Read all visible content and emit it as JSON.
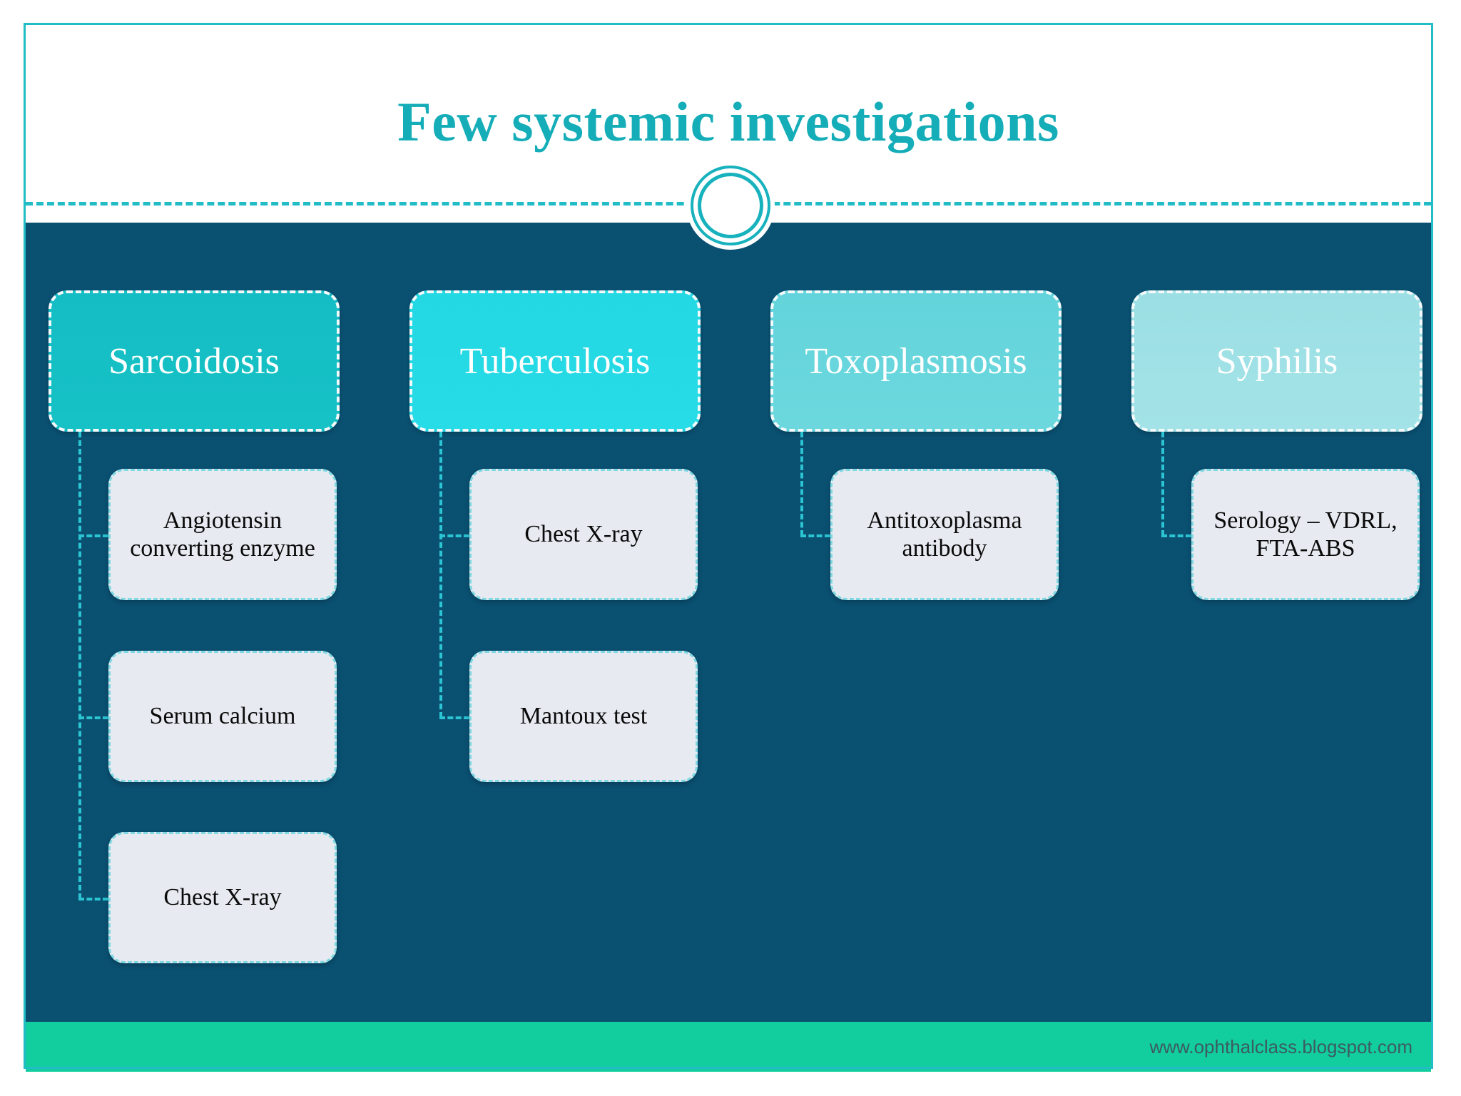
{
  "slide": {
    "title": "Few systemic investigations",
    "footer_url": "www.ophthalclass.blogspot.com",
    "colors": {
      "title_text": "#14ADB8",
      "frame": "#21BCC6",
      "panel_background": "#0A5071",
      "footer_background": "#12CE9E",
      "footer_text": "#3C5A63",
      "leaf_background": "#E7EBF1",
      "leaf_border": "#7FD8E2",
      "connector": "#2BC4D2"
    }
  },
  "branches": [
    {
      "id": "sarcoidosis",
      "label": "Sarcoidosis",
      "color": "#14BDC4",
      "children": [
        {
          "label": "Angiotensin converting enzyme"
        },
        {
          "label": "Serum calcium"
        },
        {
          "label": "Chest X-ray"
        }
      ]
    },
    {
      "id": "tuberculosis",
      "label": "Tuberculosis",
      "color": "#23D7E3",
      "children": [
        {
          "label": "Chest X-ray"
        },
        {
          "label": "Mantoux test"
        }
      ]
    },
    {
      "id": "toxoplasmosis",
      "label": "Toxoplasmosis",
      "color": "#63D4DB",
      "children": [
        {
          "label": "Antitoxoplasma antibody"
        }
      ]
    },
    {
      "id": "syphilis",
      "label": "Syphilis",
      "color": "#9BDFE4",
      "children": [
        {
          "label": "Serology – VDRL, FTA-ABS"
        }
      ]
    }
  ]
}
